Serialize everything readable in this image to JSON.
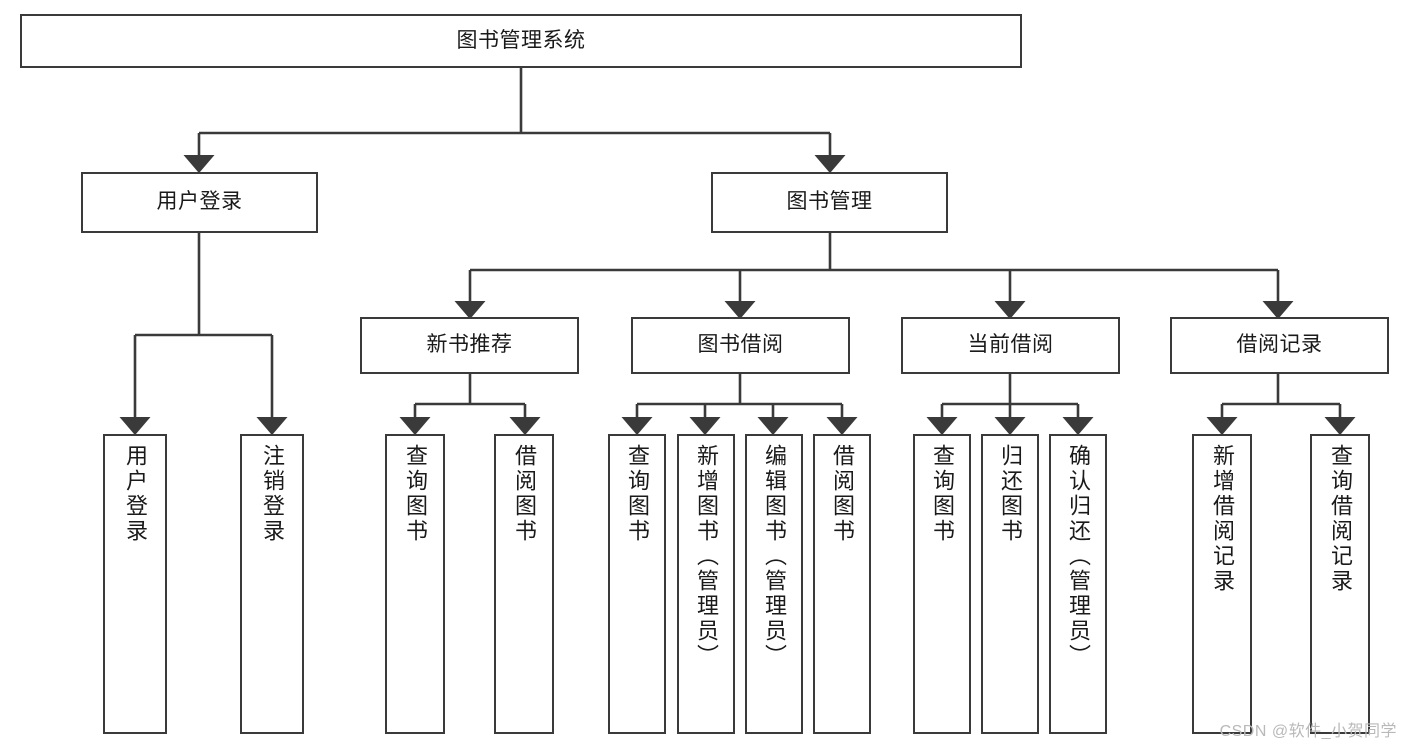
{
  "diagram": {
    "type": "tree",
    "title": "图书管理系统",
    "root": {
      "id": "root",
      "label": "图书管理系统"
    },
    "level2": [
      {
        "id": "user-login",
        "label": "用户登录"
      },
      {
        "id": "book-manage",
        "label": "图书管理"
      }
    ],
    "level3": [
      {
        "id": "new-book-rec",
        "label": "新书推荐"
      },
      {
        "id": "book-borrow",
        "label": "图书借阅"
      },
      {
        "id": "current-borrow",
        "label": "当前借阅"
      },
      {
        "id": "borrow-record",
        "label": "借阅记录"
      }
    ],
    "leaves": [
      {
        "id": "leaf-user-login",
        "label": "用户登录"
      },
      {
        "id": "leaf-logout",
        "label": "注销登录"
      },
      {
        "id": "leaf-query-book-1",
        "label": "查询图书"
      },
      {
        "id": "leaf-borrow-book-1",
        "label": "借阅图书"
      },
      {
        "id": "leaf-query-book-2",
        "label": "查询图书"
      },
      {
        "id": "leaf-add-book",
        "label": "新增图书（管理员）"
      },
      {
        "id": "leaf-edit-book",
        "label": "编辑图书（管理员）"
      },
      {
        "id": "leaf-borrow-book-2",
        "label": "借阅图书"
      },
      {
        "id": "leaf-query-book-3",
        "label": "查询图书"
      },
      {
        "id": "leaf-return-book",
        "label": "归还图书"
      },
      {
        "id": "leaf-confirm-return",
        "label": "确认归还（管理员）"
      },
      {
        "id": "leaf-add-record",
        "label": "新增借阅记录"
      },
      {
        "id": "leaf-query-record",
        "label": "查询借阅记录"
      }
    ],
    "colors": {
      "border": "#3a3a3a",
      "text": "#1a1a1a",
      "background": "#ffffff",
      "watermark": "#b9b9b9"
    }
  },
  "watermark": {
    "text": "CSDN @软件_小贺同学"
  }
}
